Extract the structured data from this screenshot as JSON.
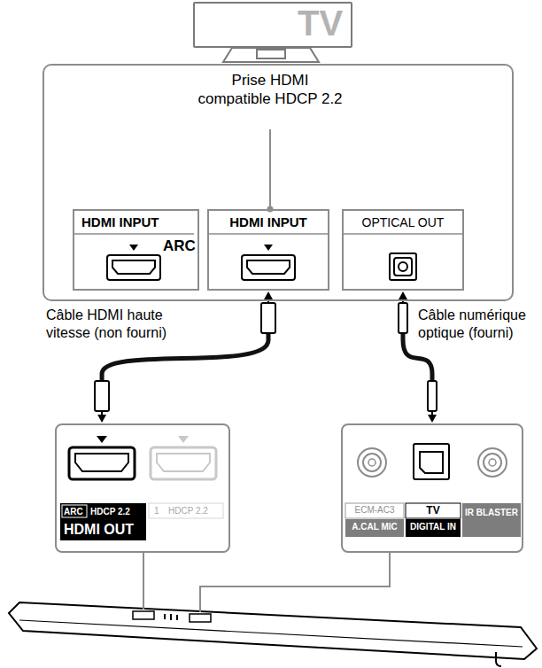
{
  "diagram": {
    "nodes": [
      {
        "text": [
          "TV"
        ]
      },
      {
        "text": [
          "Prise HDMI compatible HDCP 2.2"
        ]
      },
      {
        "text": [
          "HDMI INPUT",
          "ARC"
        ],
        "in": 1
      },
      {
        "text": [
          "HDMI INPUT"
        ],
        "in": 1
      },
      {
        "text": [
          "OPTICAL OUT"
        ],
        "in": 1
      },
      {
        "text": [
          "ARC",
          "HDCP 2.2",
          "HDMI OUT",
          "1",
          "HDCP 2.2"
        ]
      },
      {
        "text": [
          "ECM-AC3",
          "A.CAL MIC",
          "TV",
          "DIGITAL IN",
          "IR BLASTER"
        ]
      }
    ],
    "edges": [
      {
        "from": 3,
        "to": 5,
        "arrow": "both",
        "label": "Câble HDMI haute vitesse (non fourni)"
      },
      {
        "from": 4,
        "to": 6,
        "arrow": "both",
        "label": "Câble numérique optique (fourni)"
      }
    ]
  }
}
